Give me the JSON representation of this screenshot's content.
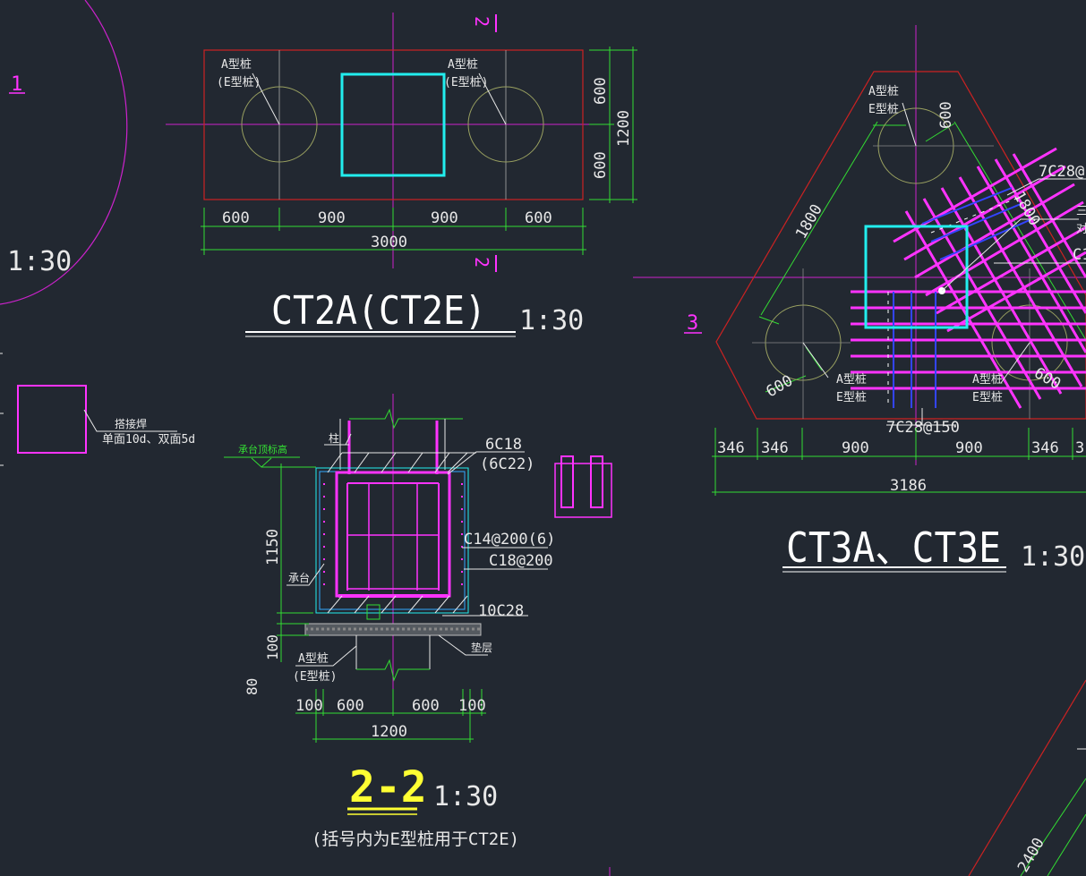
{
  "ct2a": {
    "pile_label_left_1": "A型桩",
    "pile_label_left_2": "(E型桩)",
    "pile_label_right_1": "A型桩",
    "pile_label_right_2": "(E型桩)",
    "dim_bottom": [
      "600",
      "900",
      "900",
      "600"
    ],
    "dim_total": "3000",
    "dim_right": [
      "600",
      "600"
    ],
    "dim_right_total": "1200",
    "section_mark": "2",
    "title": "CT2A(CT2E)",
    "scale": "1:30"
  },
  "left_partial": {
    "label_1": "1",
    "scale": "1:30",
    "note_title": "搭接焊",
    "note_detail": "单面10d、双面5d"
  },
  "section22": {
    "top_label": "柱",
    "elev_label": "承台顶标高",
    "cap_label": "承台",
    "rebar_top_1": "6C18",
    "rebar_top_2": "(6C22)",
    "rebar_stirrup": "C14@200(6)",
    "rebar_side": "C18@200",
    "rebar_bottom": "10C28",
    "cushion_label": "垫层",
    "pile_label_1": "A型桩",
    "pile_label_2": "(E型桩)",
    "dim_height": "1150",
    "dim_100": "100",
    "dim_80": "80",
    "dim_bottom": [
      "100",
      "600",
      "600",
      "100"
    ],
    "dim_total": "1200",
    "title": "2-2",
    "scale": "1:30",
    "note": "(括号内为E型桩用于CT2E)"
  },
  "ct3a": {
    "pile_top_1": "A型桩",
    "pile_top_2": "E型桩",
    "dim_top_600": "600",
    "dim_side_1800": "1800",
    "dim_inner_1800": "1800",
    "rebar_label_1": "7C28@",
    "rebar_partial_1": "三",
    "rebar_partial_2": "对",
    "rebar_partial_3": "C1",
    "label_3": "3",
    "dim_600_left": "600",
    "dim_600_right": "600",
    "pile_left_1": "A型桩",
    "pile_left_2": "E型桩",
    "pile_right_1": "A型桩",
    "pile_right_2": "E型桩",
    "rebar_label_2": "7C28@150",
    "dim_bottom": [
      "346",
      "346",
      "900",
      "900",
      "346",
      "3"
    ],
    "dim_total": "3186",
    "title": "CT3A、CT3E",
    "scale": "1:30"
  },
  "bottom_right": {
    "dim": "2400"
  }
}
